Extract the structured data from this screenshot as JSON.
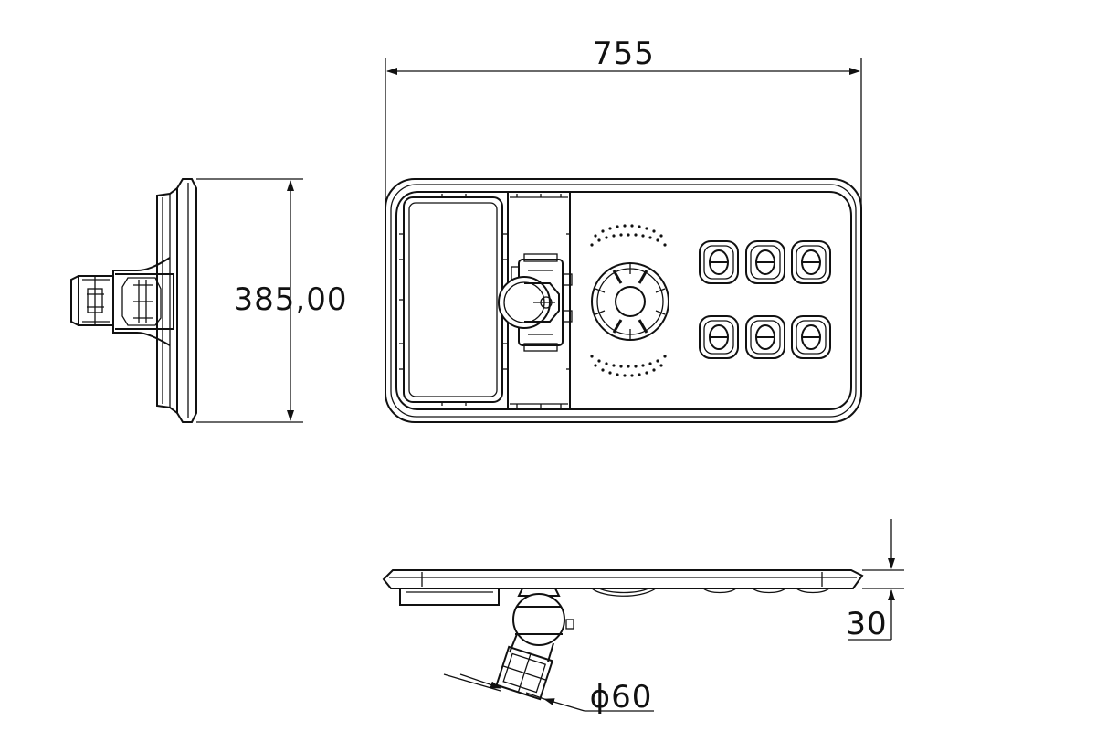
{
  "dimensions": {
    "length": "755",
    "width": "385,00",
    "thickness": "30",
    "pole_diameter": "ϕ60"
  }
}
